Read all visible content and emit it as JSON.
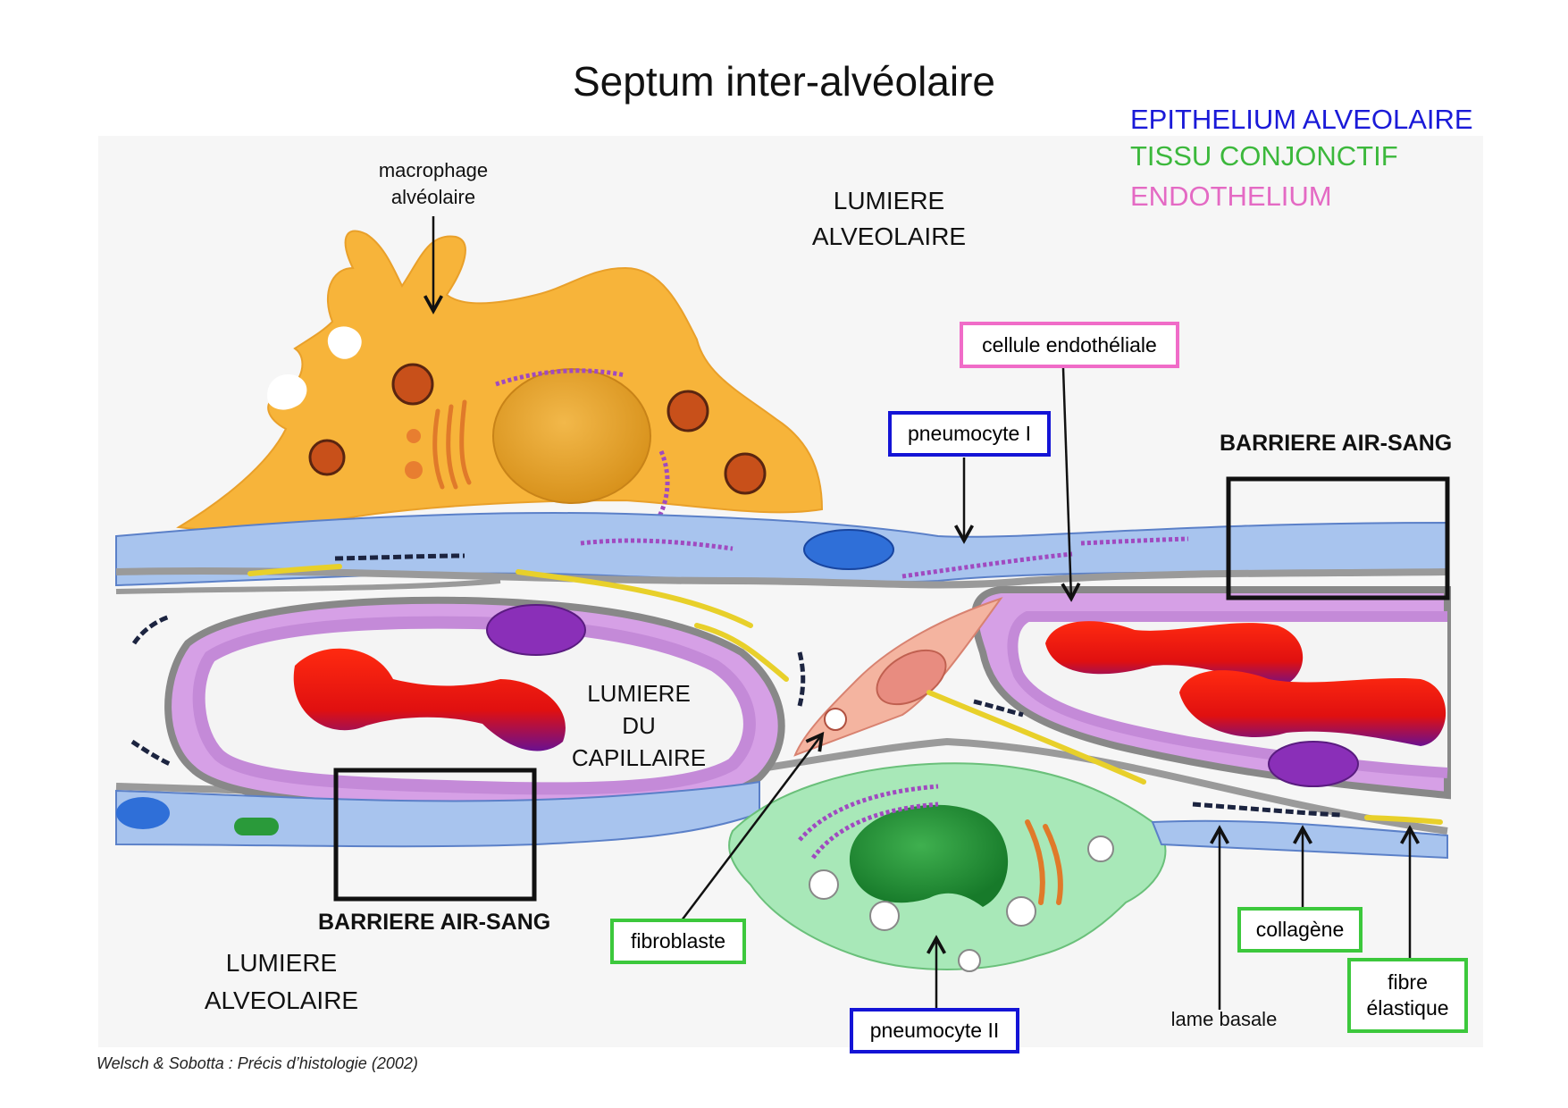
{
  "title": "Septum inter-alvéolaire",
  "legend": {
    "epithelium": {
      "text": "EPITHELIUM ALVEOLAIRE",
      "color": "#1a1ad8"
    },
    "conjonctif": {
      "text": "TISSU CONJONCTIF",
      "color": "#3cb83c"
    },
    "endothelium": {
      "text": "ENDOTHELIUM",
      "color": "#e46ac4"
    }
  },
  "regions": {
    "lumiere_alveolaire_top": {
      "line1": "LUMIERE",
      "line2": "ALVEOLAIRE"
    },
    "lumiere_alveolaire_bottom": {
      "line1": "LUMIERE",
      "line2": "ALVEOLAIRE"
    },
    "lumiere_capillaire": {
      "line1": "LUMIERE",
      "line2": "DU",
      "line3": "CAPILLAIRE"
    }
  },
  "labels": {
    "macrophage": {
      "line1": "macrophage",
      "line2": "alvéolaire"
    },
    "lame_basale": "lame basale",
    "barriere_top": "BARRIERE AIR-SANG",
    "barriere_bottom": "BARRIERE AIR-SANG"
  },
  "boxed_labels": {
    "cellule_endotheliale": {
      "text": "cellule endothéliale",
      "color": "#f06cc8"
    },
    "pneumocyte_1": {
      "text": "pneumocyte I",
      "color": "#1414d6"
    },
    "fibroblaste": {
      "text": "fibroblaste",
      "color": "#3cc83c"
    },
    "pneumocyte_2": {
      "text": "pneumocyte II",
      "color": "#1414d6"
    },
    "collagene": {
      "text": "collagène",
      "color": "#3cc83c"
    },
    "fibre_elastique": {
      "line1": "fibre",
      "line2": "élastique",
      "color": "#3cc83c"
    }
  },
  "citation": "Welsch & Sobotta : Précis d’histologie (2002)"
}
